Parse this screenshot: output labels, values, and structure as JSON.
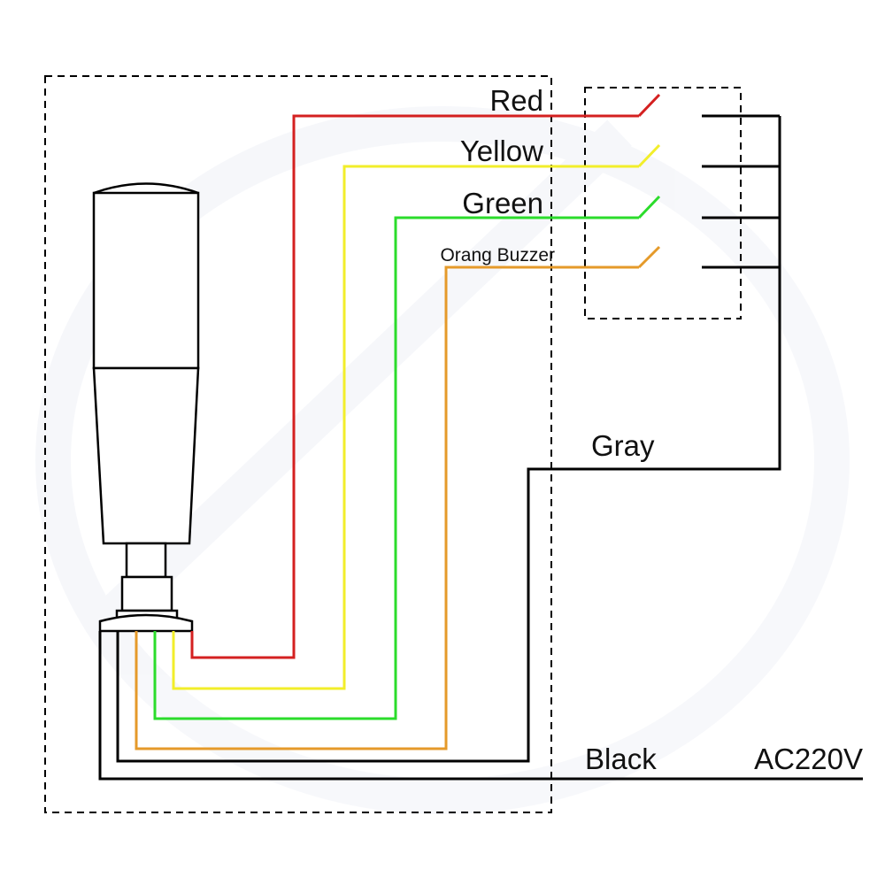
{
  "diagram": {
    "title": "Signal tower light wiring diagram",
    "wires": [
      {
        "id": "red",
        "label": "Red",
        "color": "#d42020"
      },
      {
        "id": "yellow",
        "label": "Yellow",
        "color": "#f2ee2a"
      },
      {
        "id": "green",
        "label": "Green",
        "color": "#2bdc2b"
      },
      {
        "id": "orange",
        "label": "Orang Buzzer",
        "color": "#e59a2a"
      },
      {
        "id": "gray",
        "label": "Gray",
        "color": "#000000"
      },
      {
        "id": "black",
        "label": "Black",
        "color": "#000000"
      }
    ],
    "supply_label": "AC220V",
    "components": {
      "tower_light": "Tower light (device enclosure)",
      "switch_box": "Switch box (4 switches)"
    }
  }
}
